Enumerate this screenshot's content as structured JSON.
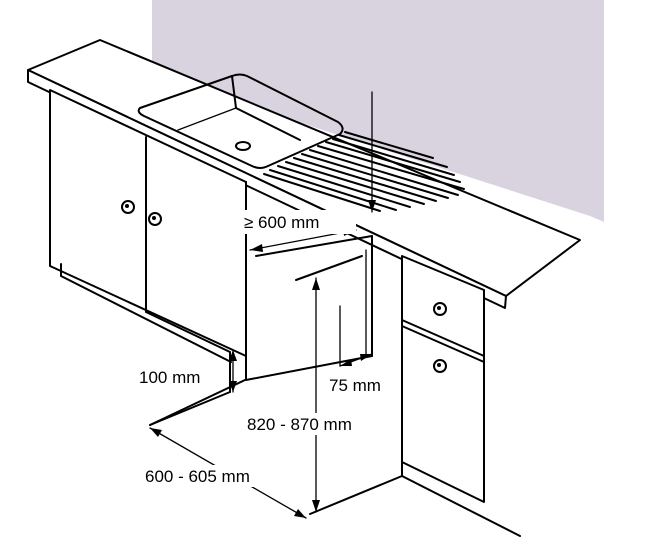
{
  "labels": {
    "width_gap": "≥ 600 mm",
    "plinth_height": "100 mm",
    "plinth_depth": "75 mm",
    "niche_height": "820 - 870 mm",
    "niche_depth": "600 - 605 mm"
  },
  "colors": {
    "wall": "#d9d3df",
    "line": "#000000",
    "background": "#ffffff"
  }
}
